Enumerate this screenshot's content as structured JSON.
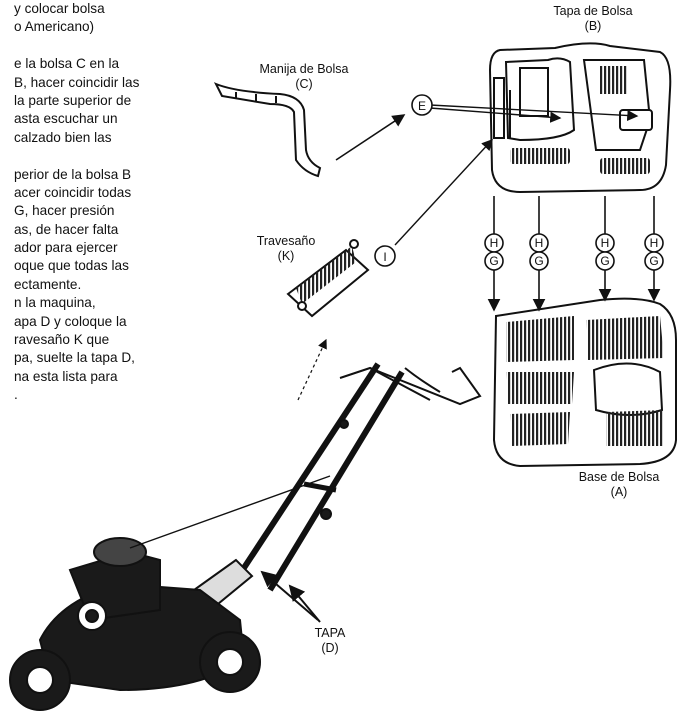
{
  "instructions": {
    "lines": [
      "y colocar bolsa",
      "o Americano)",
      "",
      "e la bolsa C en la",
      "B, hacer coincidir las",
      "la parte superior de",
      "asta escuchar un",
      "calzado bien las",
      "",
      "perior de la bolsa B",
      "acer coincidir todas",
      "G, hacer presión",
      "as, de hacer falta",
      "ador para ejercer",
      "oque que todas  las",
      "ectamente.",
      "n la maquina,",
      "apa D y coloque la",
      "ravesaño K que",
      "pa, suelte la tapa D,",
      "na esta lista para",
      "."
    ]
  },
  "labels": {
    "tapa_bolsa": "Tapa de Bolsa",
    "tapa_bolsa_code": "(B)",
    "manija": "Manija de Bolsa",
    "manija_code": "(C)",
    "travesano": "Travesaño",
    "travesano_code": "(K)",
    "base_bolsa": "Base de Bolsa",
    "base_bolsa_code": "(A)",
    "tapa": "TAPA",
    "tapa_code": "(D)"
  },
  "callouts": {
    "e": "E",
    "i": "I",
    "h": "H",
    "g": "G"
  }
}
